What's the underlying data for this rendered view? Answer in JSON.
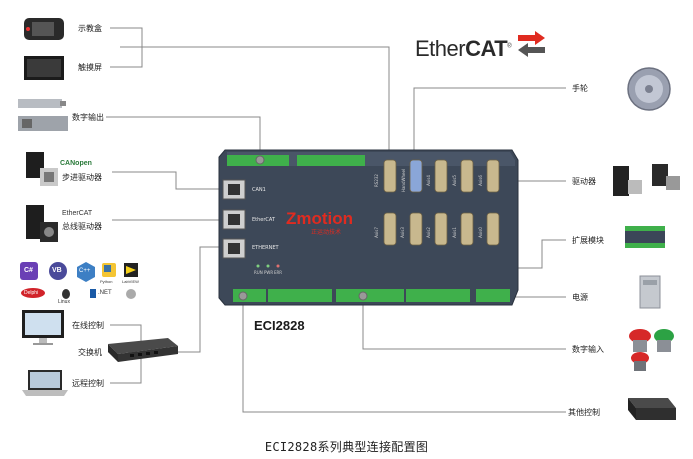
{
  "caption": "ECI2828系列典型连接配置图",
  "controller": {
    "model": "ECI2828",
    "brand": "Zmotion",
    "brand_sub": "正运动技术",
    "ports": {
      "can": "CAN1",
      "ethercat": "EtherCAT",
      "ethernet": "ETHERNET",
      "rs232": "RS232",
      "handwheel": "HandWheel",
      "axis_top": [
        "Axis4",
        "Axis5",
        "Axis6"
      ],
      "axis_bottom": [
        "Axis7",
        "Axis3",
        "Axis2",
        "Axis1",
        "Axis0"
      ],
      "leds": [
        "RUN",
        "PWR",
        "ERR"
      ]
    }
  },
  "ethercat_logo": {
    "prefix": "Ether",
    "bold": "CAT"
  },
  "left_labels": {
    "teach_pendant": "示教盒",
    "touch_screen": "触摸屏",
    "digital_output": "数字输出",
    "step_driver": "步进驱动器",
    "bus_driver": "总线驱动器",
    "online_control": "在线控制",
    "switch": "交换机",
    "remote_control": "远程控制"
  },
  "right_labels": {
    "handwheel": "手轮",
    "driver": "驱动器",
    "expansion_module": "扩展模块",
    "power": "电源",
    "digital_input": "数字输入",
    "other_control": "其他控制"
  },
  "logos": {
    "canopen": "CANopen",
    "ethercat_small": "EtherCAT",
    "lang": [
      "C#",
      "VB",
      "C++",
      "Python",
      "LabVIEW",
      "Delphi",
      "Linux",
      ".NET",
      "Apple"
    ]
  },
  "colors": {
    "board": "#3f4a5a",
    "terminal": "#3fb04b",
    "brand_red": "#e02b20",
    "line": "#777777"
  }
}
